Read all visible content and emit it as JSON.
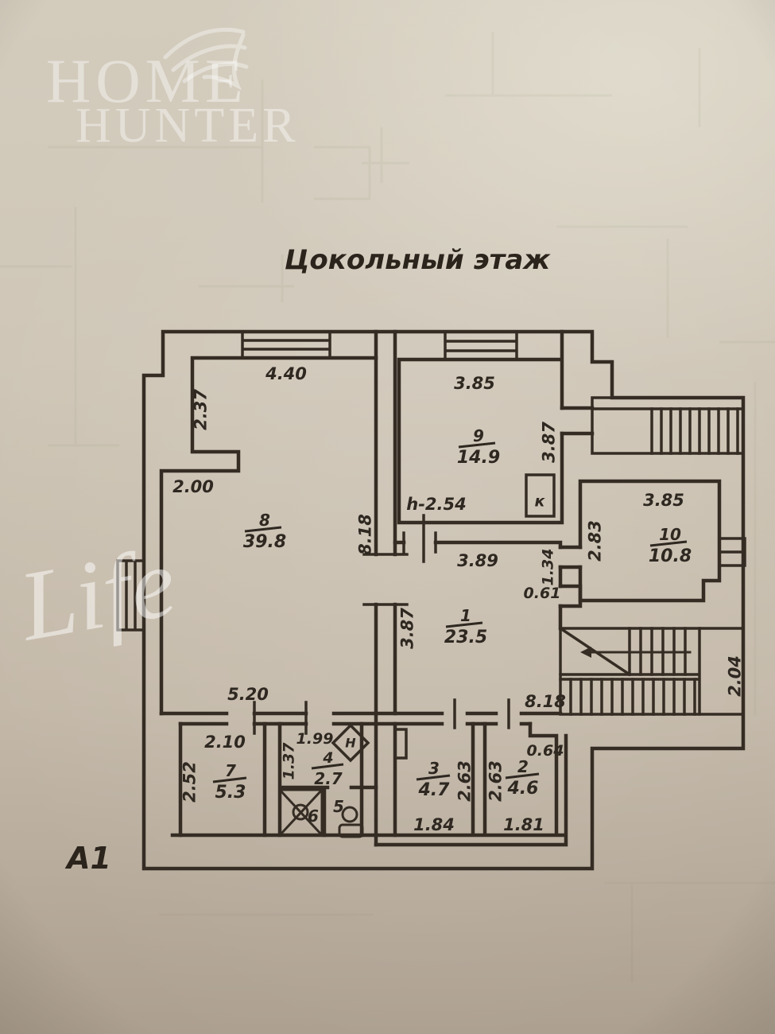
{
  "watermarks": {
    "brand_word1": "Home",
    "brand_word2": "Hunter",
    "script_word": "Life"
  },
  "title": "Цокольный этаж",
  "sheet_label": "А1",
  "annotations": {
    "ceiling_height": "h-2.54",
    "boiler_box": "к",
    "heater_mark": "Н"
  },
  "rooms": {
    "r1": {
      "number": "1",
      "area": "23.5"
    },
    "r2": {
      "number": "2",
      "area": "4.6"
    },
    "r3": {
      "number": "3",
      "area": "4.7"
    },
    "r4": {
      "number": "4",
      "area": "2.7"
    },
    "r5": {
      "number": "5"
    },
    "r6": {
      "number": "6"
    },
    "r7": {
      "number": "7",
      "area": "5.3"
    },
    "r8": {
      "number": "8",
      "area": "39.8"
    },
    "r9": {
      "number": "9",
      "area": "14.9"
    },
    "r10": {
      "number": "10",
      "area": "10.8"
    }
  },
  "dimensions": {
    "room8_top_width": "4.40",
    "room8_left_upper": "2.37",
    "room8_left_lower": "2.00",
    "room8_right_height": "8.18",
    "room8_bottom_width": "5.20",
    "room9_top_width": "3.85",
    "room9_right_height": "3.87",
    "room1_top_width": "3.89",
    "room1_left_height": "3.87",
    "room1_niche_width": "1.34",
    "room1_niche_depth": "0.61",
    "room10_top_width": "3.85",
    "room10_left_height": "2.83",
    "stair_width": "2.04",
    "bottom_corridor_width": "8.18",
    "room7_top_width": "2.10",
    "room7_left_height": "2.52",
    "room4_top_width": "1.99",
    "room4_left_height": "1.37",
    "room2_jog_width": "0.64",
    "room3_height": "2.63",
    "room2_height": "2.63",
    "room3_bottom_width": "1.84",
    "room2_bottom_width": "1.81"
  }
}
